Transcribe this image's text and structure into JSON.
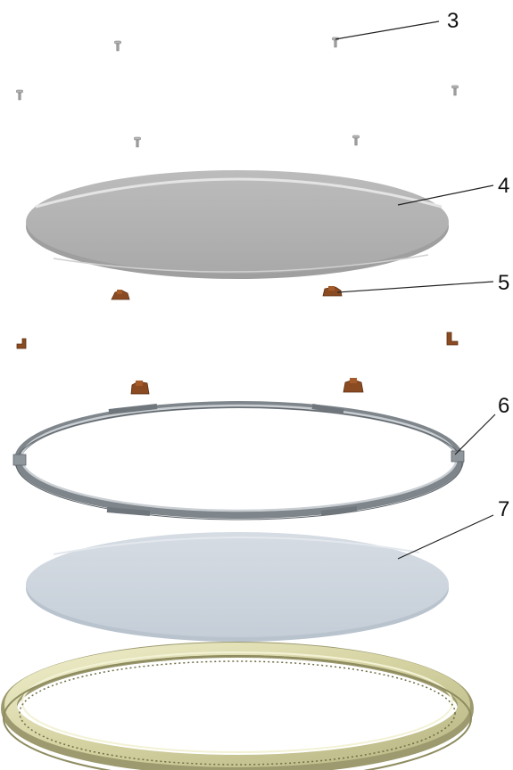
{
  "callouts": [
    {
      "id": "3",
      "label": "3"
    },
    {
      "id": "4",
      "label": "4"
    },
    {
      "id": "5",
      "label": "5"
    },
    {
      "id": "6",
      "label": "6"
    },
    {
      "id": "7",
      "label": "7"
    }
  ],
  "colors": {
    "screw": "#a9a9a9",
    "top_disc": "#b3b3b3",
    "top_disc_edge": "#e2e2e2",
    "clip": "#8a4b22",
    "metal_ring": "#8f969c",
    "metal_ring_light": "#c9ced2",
    "glass_disc": "#cfd6de",
    "gasket_ring": "#d8d6a4",
    "gasket_shadow": "#9c9a6e"
  }
}
